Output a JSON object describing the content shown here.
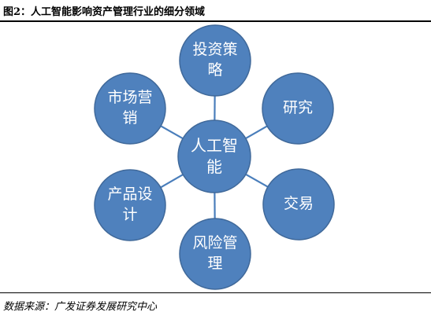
{
  "figure": {
    "caption": "图2：人工智能影响资产管理行业的细分领域",
    "source": "数据来源：广发证券发展研究中心"
  },
  "colors": {
    "node_fill": "#4F81BD",
    "node_stroke": "#40699A",
    "node_text": "#FFFFFF",
    "connector": "#4A7EBB"
  },
  "diagram": {
    "center": {
      "lines": [
        "人工智",
        "能"
      ]
    },
    "nodes": [
      {
        "id": "strategy",
        "lines": [
          "投资策",
          "略"
        ]
      },
      {
        "id": "research",
        "lines": [
          "研究"
        ]
      },
      {
        "id": "trading",
        "lines": [
          "交易"
        ]
      },
      {
        "id": "risk",
        "lines": [
          "风险管",
          "理"
        ]
      },
      {
        "id": "product",
        "lines": [
          "产品设",
          "计"
        ]
      },
      {
        "id": "marketing",
        "lines": [
          "市场营",
          "销"
        ]
      }
    ]
  }
}
